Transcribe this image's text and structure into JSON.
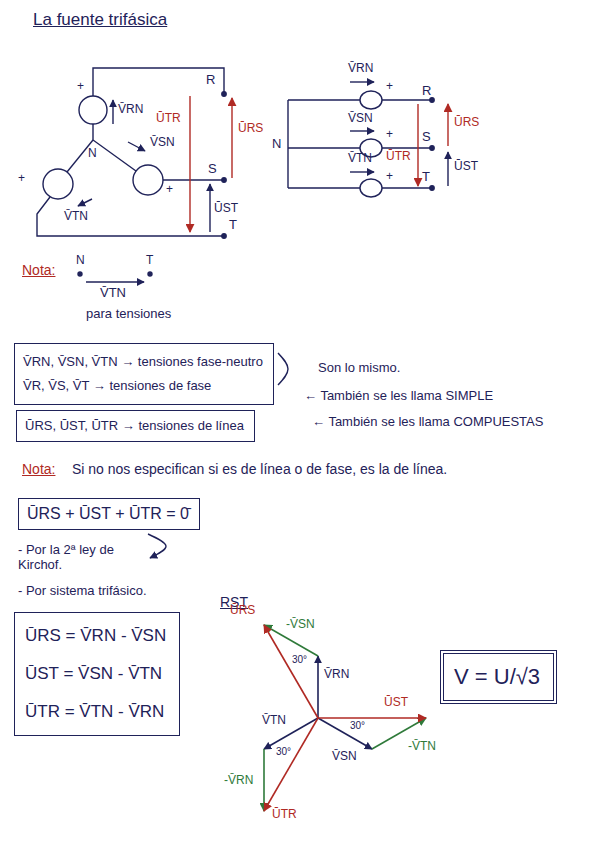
{
  "diagram": {
    "title": "La fuente trifásica",
    "nodes": [
      {
        "text": [
          "V̄RN, V̄SN, V̄TN → tensiones fase-neutro",
          "V̄R, V̄S, V̄T → tensiones de fase"
        ]
      },
      {
        "text": [
          "ŪRS, ŪST, ŪTR → tensiones de línea"
        ]
      },
      {
        "text": [
          "ŪRS + ŪST + ŪTR = 0̄"
        ]
      },
      {
        "text": [
          "ŪRS = V̄RN - V̄SN",
          "ŪST = V̄SN - V̄TN",
          "ŪTR = V̄TN - V̄RN"
        ]
      },
      {
        "text": [
          "V = U/√3"
        ]
      }
    ],
    "labels": [
      "+",
      "V̄RN",
      "R",
      "ŪTR",
      "ŪRS",
      "N",
      "V̄SN",
      "+",
      "+",
      "S",
      "V̄TN",
      "ŪST",
      "T",
      "V̄RN",
      "R",
      "+",
      "V̄SN",
      "S",
      "ŪRS",
      "+",
      "N",
      "ŪTR",
      "V̄TN",
      "+",
      "T",
      "ŪST",
      "Nota:",
      "N",
      "T",
      "V̄TN",
      "para tensiones",
      "Son lo mismo.",
      "← También se les llama SIMPLE",
      "← También se les llama COMPUESTAS",
      "Nota:",
      "Si no nos especifican si es de línea o de fase, es la de línea.",
      "- Por la 2ª ley de Kirchof.",
      "- Por sistema trifásico.",
      "RST",
      "ŪRS",
      "-V̄SN",
      "V̄RN",
      "30°",
      "ŪST",
      "30°",
      "V̄SN",
      "-V̄TN",
      "30°",
      "V̄TN",
      "-V̄RN",
      "ŪTR"
    ]
  }
}
